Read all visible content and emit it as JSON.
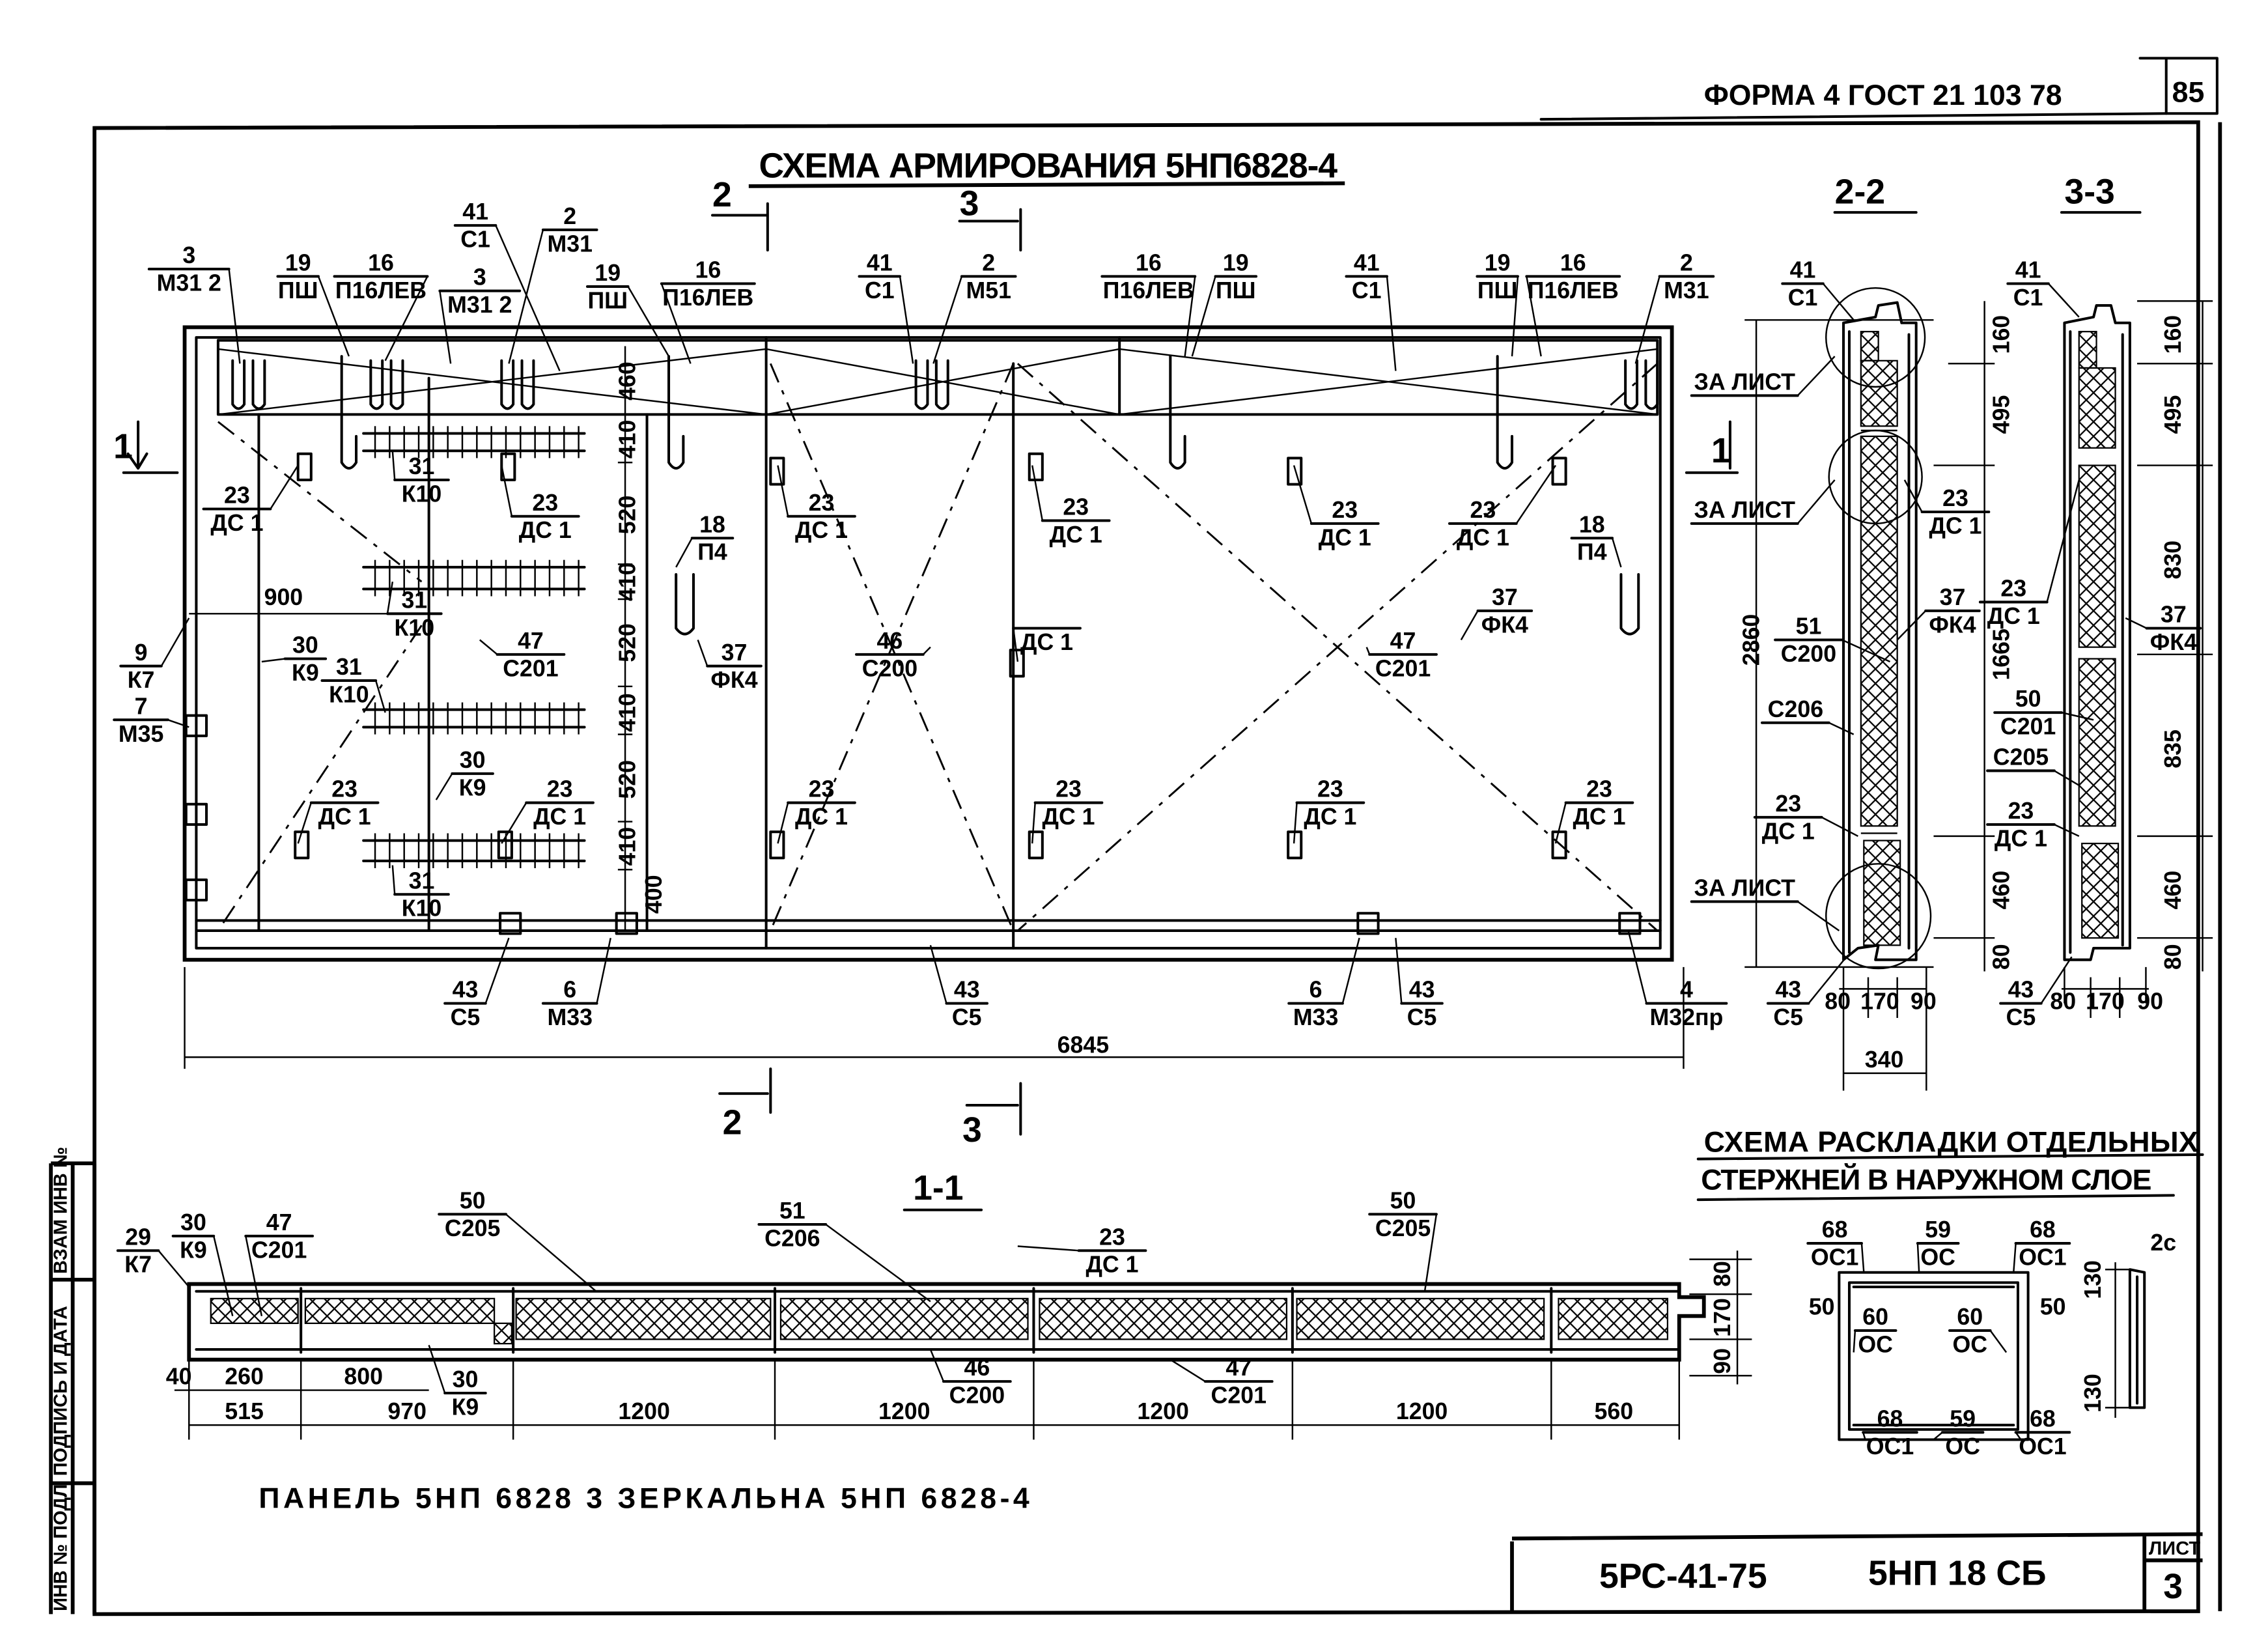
{
  "header": {
    "form": "ФОРМА 4 ГОСТ 21 103 78",
    "page": "85"
  },
  "stamp": {
    "col1": "ИНВ № ПОДЛ",
    "col2": "ПОДПИСЬ И ДАТА",
    "col3": "ВЗАМ ИНВ №"
  },
  "title": "СХЕМА АРМИРОВАНИЯ 5НП6828-4",
  "section_marks": {
    "s2": "2",
    "s3": "3",
    "s1": "1"
  },
  "section_titles": {
    "s22": "2-2",
    "s33": "3-3",
    "s11": "1-1"
  },
  "plan": {
    "callouts": [
      {
        "n": "3",
        "c": "М31 2"
      },
      {
        "n": "19",
        "c": "ПШ"
      },
      {
        "n": "16",
        "c": "П16ЛЕВ"
      },
      {
        "n": "3",
        "c": "М31 2"
      },
      {
        "n": "41",
        "c": "С1"
      },
      {
        "n": "2",
        "c": "М31"
      },
      {
        "n": "19",
        "c": "ПШ"
      },
      {
        "n": "16",
        "c": "П16ЛЕВ"
      },
      {
        "n": "41",
        "c": "С1"
      },
      {
        "n": "2",
        "c": "М51"
      },
      {
        "n": "16",
        "c": "П16ЛЕВ"
      },
      {
        "n": "19",
        "c": "ПШ"
      },
      {
        "n": "41",
        "c": "С1"
      },
      {
        "n": "19",
        "c": "ПШ"
      },
      {
        "n": "16",
        "c": "П16ЛЕВ"
      },
      {
        "n": "2",
        "c": "М31"
      },
      {
        "n": "23",
        "c": "ДС 1"
      },
      {
        "n": "31",
        "c": "К10"
      },
      {
        "n": "23",
        "c": "ДС 1"
      },
      {
        "n": "18",
        "c": "П4"
      },
      {
        "n": "23",
        "c": "ДС 1"
      },
      {
        "n": "23",
        "c": "ДС 1"
      },
      {
        "n": "23",
        "c": "ДС 1"
      },
      {
        "n": "23",
        "c": "ДС 1"
      },
      {
        "n": "18",
        "c": "П4"
      },
      {
        "n": "9",
        "c": "К7"
      },
      {
        "n": "30",
        "c": "К9"
      },
      {
        "n": "31",
        "c": "К10"
      },
      {
        "n": "47",
        "c": "С201"
      },
      {
        "n": "37",
        "c": "ФК4"
      },
      {
        "n": "46",
        "c": "С200"
      },
      {
        "n": "",
        "c": "ДС 1"
      },
      {
        "n": "37",
        "c": "ФК4"
      },
      {
        "n": "47",
        "c": "С201"
      },
      {
        "n": "31",
        "c": "К10"
      },
      {
        "n": "7",
        "c": "М35"
      },
      {
        "n": "23",
        "c": "ДС 1"
      },
      {
        "n": "30",
        "c": "К9"
      },
      {
        "n": "23",
        "c": "ДС 1"
      },
      {
        "n": "23",
        "c": "ДС 1"
      },
      {
        "n": "23",
        "c": "ДС 1"
      },
      {
        "n": "23",
        "c": "ДС 1"
      },
      {
        "n": "23",
        "c": "ДС 1"
      },
      {
        "n": "31",
        "c": "К10"
      },
      {
        "n": "43",
        "c": "С5"
      },
      {
        "n": "6",
        "c": "М33"
      },
      {
        "n": "43",
        "c": "С5"
      },
      {
        "n": "6",
        "c": "М33"
      },
      {
        "n": "43",
        "c": "С5"
      },
      {
        "n": "4",
        "c": "М32пр"
      }
    ],
    "dims": [
      "460",
      "410",
      "520",
      "410",
      "520",
      "410",
      "520",
      "410",
      "400",
      "900",
      "6845"
    ]
  },
  "sec22": {
    "callouts": [
      {
        "n": "41",
        "c": "С1"
      },
      {
        "n": "ЗА ЛИСТ",
        "c": ""
      },
      {
        "n": "ЗА ЛИСТ",
        "c": ""
      },
      {
        "n": "ЗА ЛИСТ",
        "c": ""
      },
      {
        "n": "23",
        "c": "ДС 1"
      },
      {
        "n": "37",
        "c": "ФК4"
      },
      {
        "n": "51",
        "c": "С200"
      },
      {
        "n": "С206",
        "c": ""
      },
      {
        "n": "23",
        "c": "ДС 1"
      },
      {
        "n": "43",
        "c": "С5"
      }
    ],
    "dims": [
      "2860",
      "160",
      "495",
      "1665",
      "460",
      "80",
      "80",
      "170",
      "90",
      "340"
    ]
  },
  "sec33": {
    "callouts": [
      {
        "n": "41",
        "c": "С1"
      },
      {
        "n": "23",
        "c": "ДС 1"
      },
      {
        "n": "37",
        "c": "ФК4"
      },
      {
        "n": "50",
        "c": "С201"
      },
      {
        "n": "С205",
        "c": ""
      },
      {
        "n": "23",
        "c": "ДС 1"
      },
      {
        "n": "43",
        "c": "С5"
      }
    ],
    "dims": [
      "160",
      "495",
      "830",
      "835",
      "460",
      "80",
      "80",
      "170",
      "90"
    ]
  },
  "sec11": {
    "callouts": [
      {
        "n": "29",
        "c": "К7"
      },
      {
        "n": "30",
        "c": "К9"
      },
      {
        "n": "47",
        "c": "С201"
      },
      {
        "n": "50",
        "c": "С205"
      },
      {
        "n": "51",
        "c": "С206"
      },
      {
        "n": "23",
        "c": "ДС 1"
      },
      {
        "n": "50",
        "c": "С205"
      },
      {
        "n": "30",
        "c": "К9"
      },
      {
        "n": "46",
        "c": "С200"
      },
      {
        "n": "47",
        "c": "С201"
      }
    ],
    "dims": [
      "80",
      "170",
      "90",
      "40",
      "260",
      "800",
      "515",
      "970",
      "1200",
      "1200",
      "1200",
      "1200",
      "560"
    ]
  },
  "layout_scheme": {
    "title1": "СХЕМА РАСКЛАДКИ ОТДЕЛЬНЫХ",
    "title2": "СТЕРЖНЕЙ В НАРУЖНОМ СЛОЕ",
    "callouts": [
      {
        "n": "68",
        "c": "ОС1"
      },
      {
        "n": "59",
        "c": "ОС"
      },
      {
        "n": "68",
        "c": "ОС1"
      },
      {
        "n": "60",
        "c": "ОС"
      },
      {
        "n": "60",
        "c": "ОС"
      },
      {
        "n": "68",
        "c": "ОС1"
      },
      {
        "n": "59",
        "c": "ОС"
      },
      {
        "n": "68",
        "c": "ОС1"
      }
    ],
    "dims": [
      "50",
      "50",
      "130",
      "130",
      "2с"
    ]
  },
  "note": "ПАНЕЛЬ 5НП 6828 3 ЗЕРКАЛЬНА 5НП 6828-4",
  "titleblock": {
    "code": "5РС-41-75",
    "mark": "5НП 18 СБ",
    "sheet_label": "ЛИСТ",
    "sheet": "3"
  }
}
